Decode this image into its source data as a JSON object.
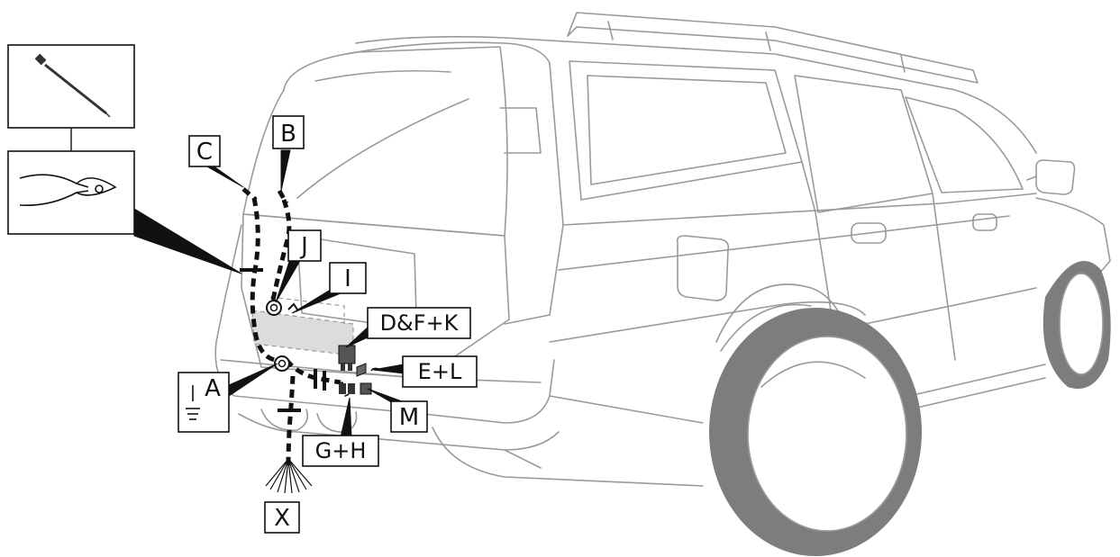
{
  "labels": {
    "A": "A",
    "B": "B",
    "C": "C",
    "D": "D&F+K",
    "E": "E+L",
    "G": "G+H",
    "I": "I",
    "J": "J",
    "M": "M",
    "X": "X"
  },
  "colors": {
    "outline": "#9a9a9a",
    "wire": "#111111",
    "tire": "#7d7d7d",
    "module_fill": "#dcdcdc"
  },
  "icons": {
    "tool_top": "cable-tie-icon",
    "tool_bottom": "side-cutter-pliers-icon",
    "ground": "ground-symbol-icon",
    "harness_end": "wire-fan-icon"
  }
}
